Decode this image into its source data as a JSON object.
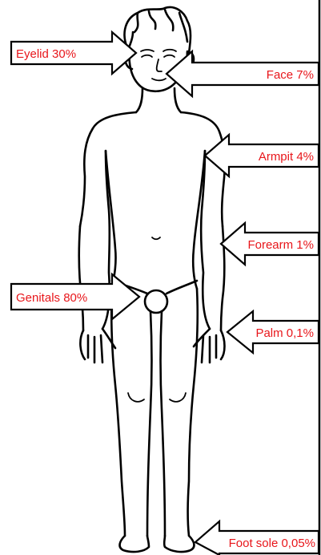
{
  "labels": {
    "eyelid": "Eyelid 30%",
    "face": "Face 7%",
    "armpit": "Armpit 4%",
    "forearm": "Forearm 1%",
    "genitals": "Genitals 80%",
    "palm": "Palm 0,1%",
    "foot_sole": "Foot sole 0,05%"
  },
  "colors": {
    "label_text": "#e8161b",
    "outline": "#000000",
    "background": "#ffffff"
  }
}
